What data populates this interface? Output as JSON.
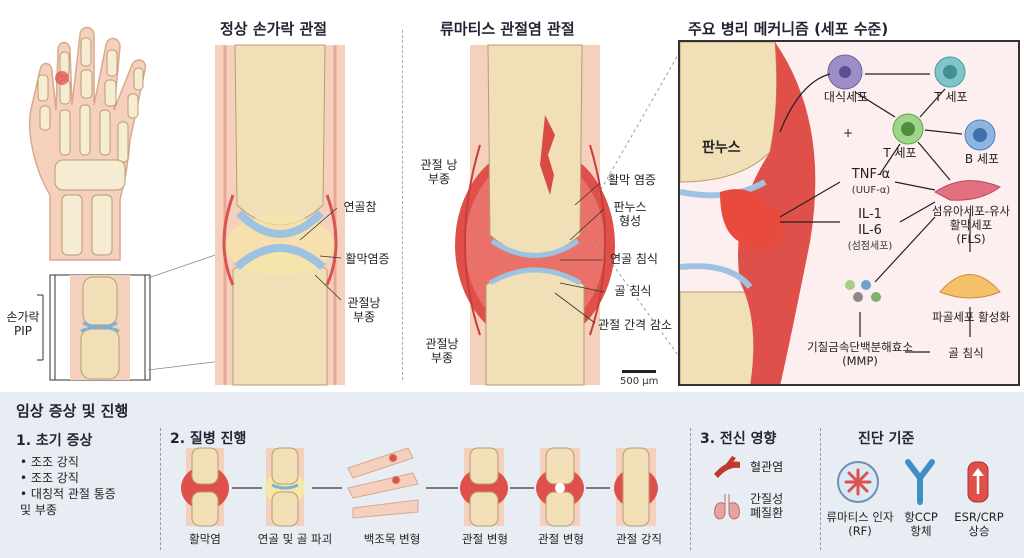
{
  "headings": {
    "normal": "정상 손가락 관절",
    "ra": "류마티스 관절염 관절",
    "mech": "주요 병리 메커니즘 (세포 수준)"
  },
  "hand": {
    "pip_label": "손가락\nPIP"
  },
  "normal_labels": {
    "cartilage": "연골참",
    "synovitis": "활막염증",
    "swelling": "관절낭\n부종"
  },
  "ra_labels": {
    "capsule_swelling_top": "관절 낭\n부종",
    "synovial_inflammation": "활막 염증",
    "pannus_formation": "판누스\n형성",
    "cartilage_erosion": "연골 침식",
    "bone_erosion": "골 침식",
    "space_narrowing": "관절 간격 감소",
    "capsule_swelling_bottom": "관절낭\n부종",
    "scale_bar": "500 μm"
  },
  "mechanism": {
    "pannus": "판누스",
    "macrophage": "대식세포",
    "t_cell_top": "T 세포",
    "t_cell_mid": "T 세포",
    "b_cell": "B 세포",
    "plus": "+",
    "tnf": "TNF-α",
    "tnf_sub": "(UUF-α)",
    "il1": "IL-1",
    "il6": "IL-6",
    "il_sub": "(섬점세포)",
    "fls": "섬유아세포-유사\n활막세포\n(FLS)",
    "osteoclast": "파골세포 활성화",
    "mmp": "기질금속단백분해효소\n(MMP)",
    "bone_erosion": "골 침식"
  },
  "clinical": {
    "title": "임상 증상 및 진행",
    "early": {
      "heading": "1. 초기 증상",
      "items": [
        "조조 강직",
        "조조 강직",
        "대칭적 관절 통증\n및 부종"
      ]
    },
    "progression": {
      "heading": "2. 질병 진행",
      "stages": [
        "활막염",
        "연골 및 골 파괴",
        "백조목 변형",
        "관절 변형",
        "관절 변형",
        "관절 강직"
      ]
    },
    "systemic": {
      "heading": "3. 전신 영향",
      "items": [
        "혈관염",
        "간질성\n폐질환"
      ]
    },
    "diagnosis": {
      "heading": "진단 기준",
      "items": [
        "류마티스 인자\n(RF)",
        "항CCP\n항체",
        "ESR/CRP\n상승"
      ]
    }
  },
  "colors": {
    "bone": "#f1dfb8",
    "cartilage": "#b9d3e8",
    "inflamed": "#e0504a",
    "skin": "#f5d0bc",
    "panel_bg": "#e8edf4"
  }
}
